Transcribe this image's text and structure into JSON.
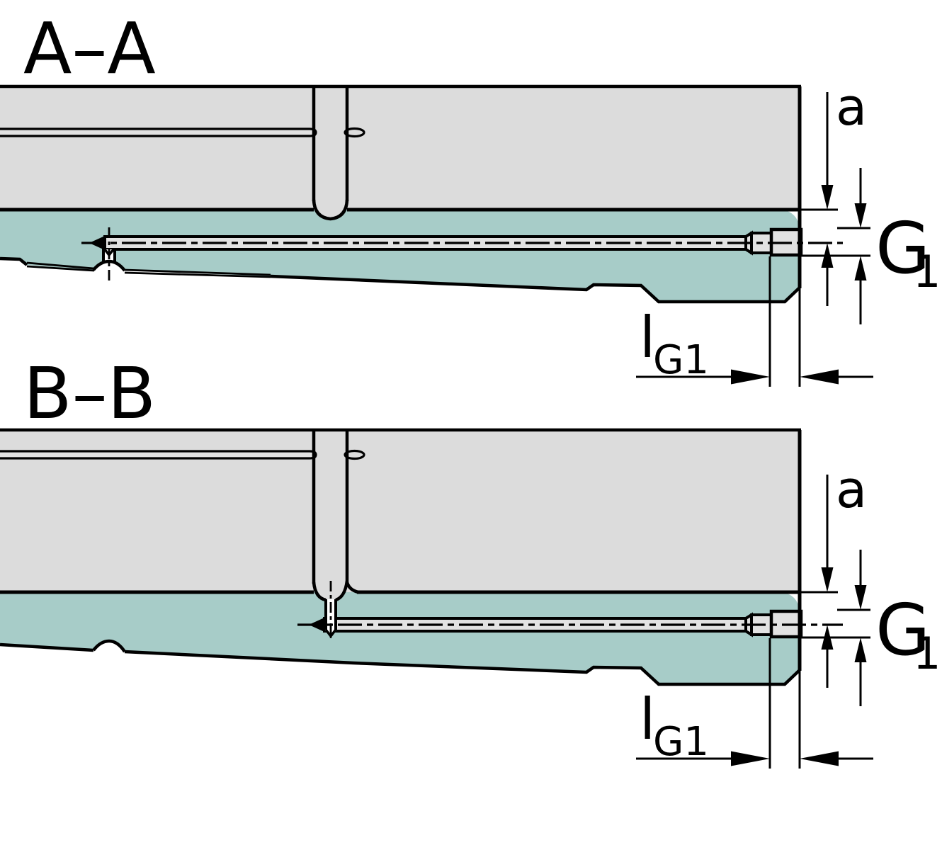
{
  "drawing": {
    "sections": [
      {
        "label": "A–A"
      },
      {
        "label": "B–B"
      }
    ],
    "dimensions": {
      "a_label": "a",
      "g_main": "G",
      "g_sub": "1",
      "l_main": "l",
      "l_sub": "G1"
    },
    "colors": {
      "body": "#dcdcdc",
      "blade": "#a7ccc8",
      "channel": "#e2e2e2",
      "line": "#000000",
      "background": "#ffffff"
    }
  }
}
